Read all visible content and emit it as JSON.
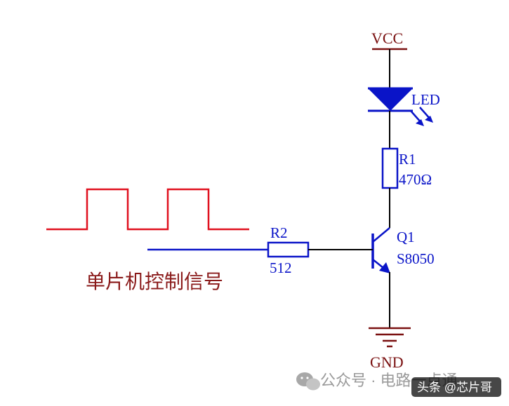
{
  "circuit": {
    "vcc_label": "VCC",
    "gnd_label": "GND",
    "led": {
      "label": "LED"
    },
    "r1": {
      "ref": "R1",
      "value": "470Ω"
    },
    "r2": {
      "ref": "R2",
      "value": "512"
    },
    "q1": {
      "ref": "Q1",
      "part": "S8050"
    },
    "signal_label": "单片机控制信号"
  },
  "watermark": {
    "source_text": "公众号 · 电路一点通",
    "tag_text": "头条 @芯片哥"
  },
  "colors": {
    "wire": "#000000",
    "component": "#0a14c8",
    "power_label": "#7a1010",
    "ground": "#7a1010",
    "pulse": "#e0101e",
    "signal_text": "#8a1a1a",
    "watermark": "#9a9a9a"
  }
}
